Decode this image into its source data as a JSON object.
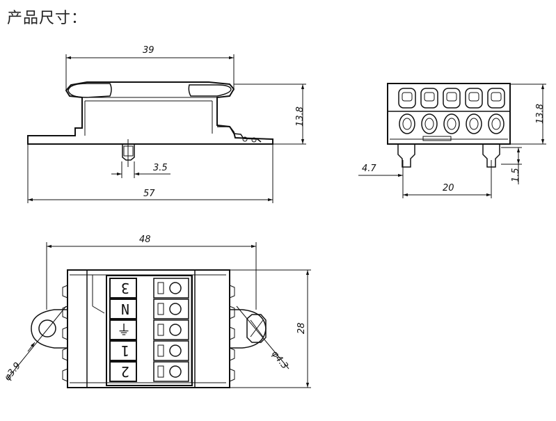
{
  "page_title": "产品尺寸：",
  "top_view": {
    "dim_width": "39",
    "dim_height": "13.8",
    "dim_pin": "3.5",
    "dim_total": "57"
  },
  "side_view": {
    "dim_height": "13.8",
    "dim_offset": "4.7",
    "dim_pin_height": "1.5",
    "dim_spacing": "20"
  },
  "plan_view": {
    "dim_width": "48",
    "dim_height": "28",
    "dim_hole_left": "φ3.9",
    "dim_hole_right": "φ4.3",
    "terminals": [
      "3",
      "N",
      "⏚",
      "1",
      "2"
    ]
  }
}
